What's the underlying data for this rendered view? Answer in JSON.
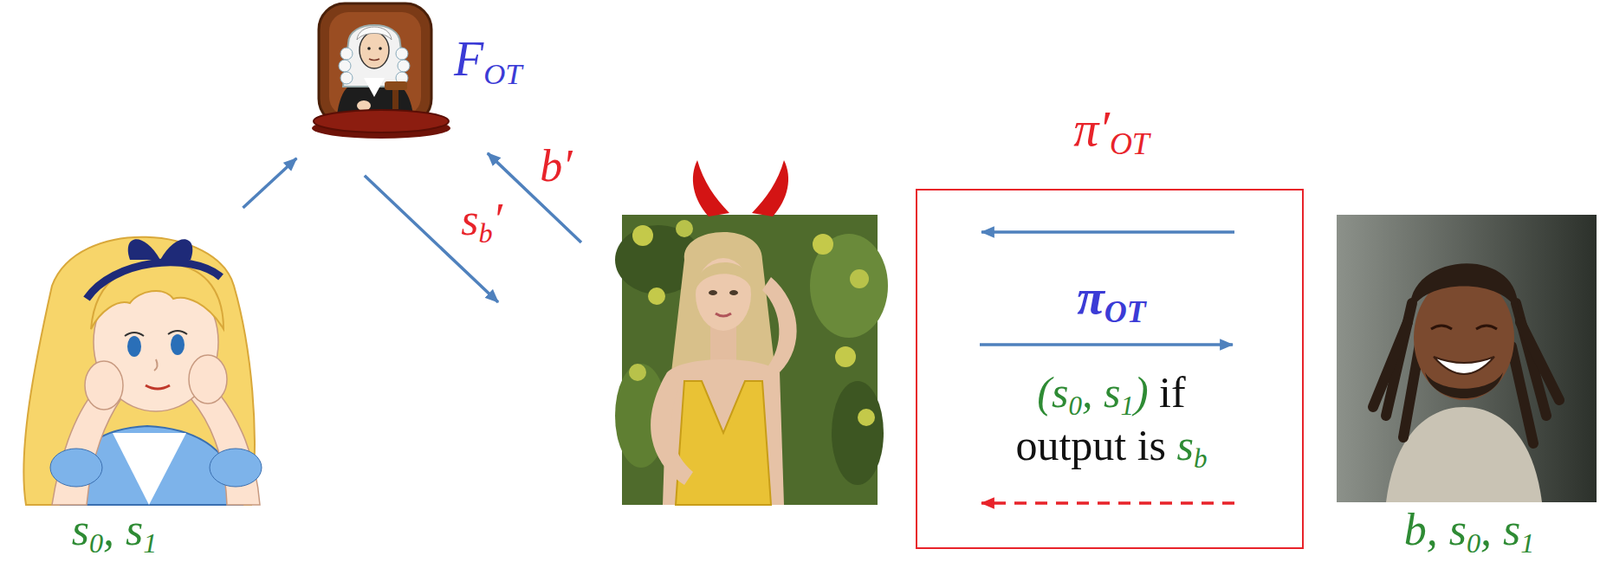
{
  "diagram": {
    "nodes": [
      {
        "text": [
          "s0, s1"
        ]
      },
      {
        "text": [
          "FOT"
        ]
      },
      {
        "text": []
      },
      {
        "text": [
          "π′OT",
          "πOT",
          "(s0, s1) if output is sb"
        ]
      },
      {
        "text": [
          "b, s0, s1"
        ]
      }
    ],
    "edges": [
      {
        "from": 0,
        "to": 1,
        "arrow": "to"
      },
      {
        "from": 2,
        "to": 1,
        "label": "b′",
        "arrow": "to"
      },
      {
        "from": 1,
        "to": 2,
        "label": "sb′",
        "arrow": "to"
      }
    ]
  }
}
